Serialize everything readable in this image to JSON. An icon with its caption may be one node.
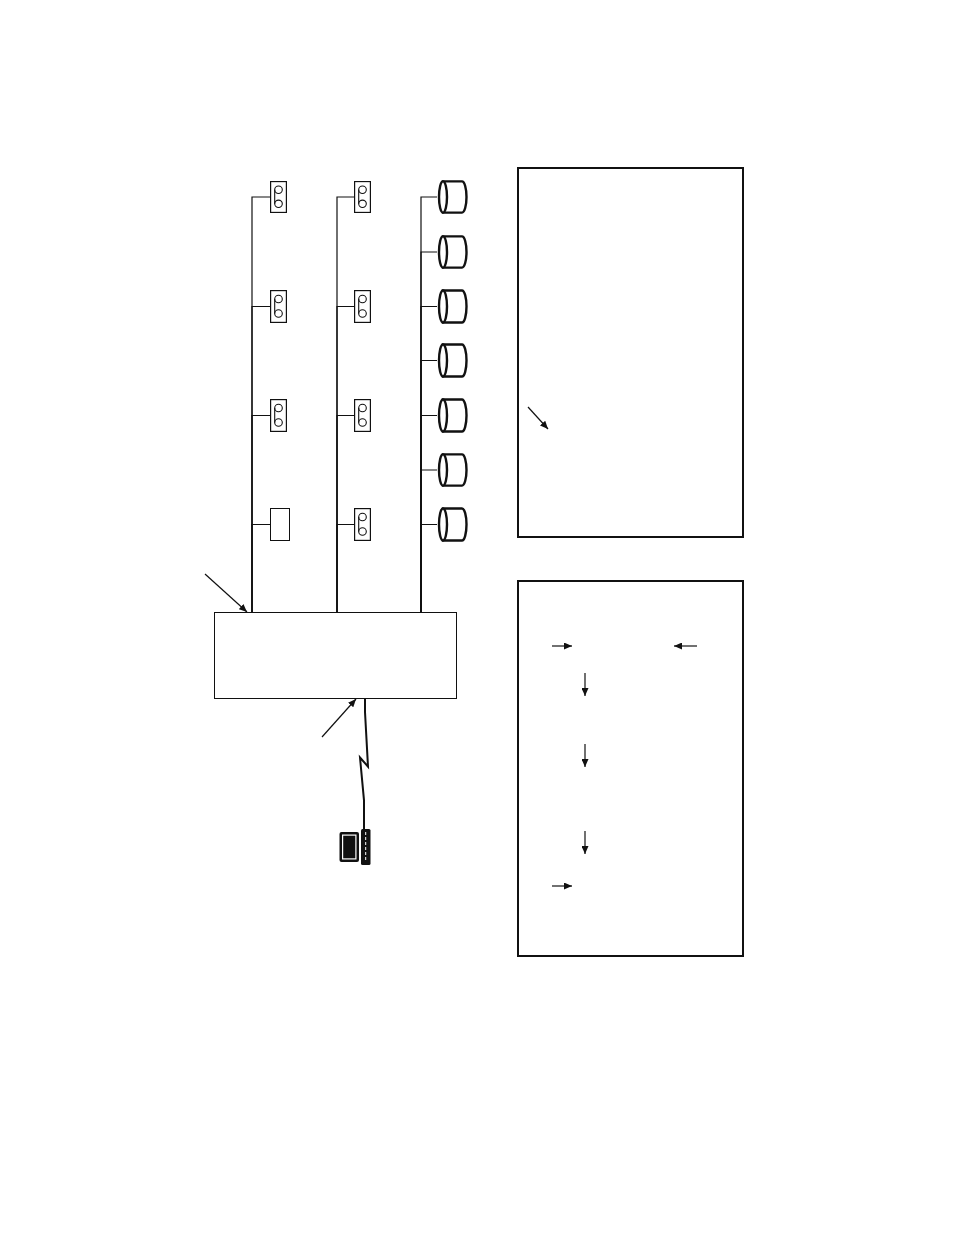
{
  "diagram": {
    "nodes": [
      {
        "text": [],
        "shape": "box"
      },
      {
        "text": [],
        "shape": "picture"
      },
      {
        "text": [],
        "shape": "picture"
      },
      {
        "text": [],
        "shape": "picture"
      },
      {
        "text": [],
        "shape": "box"
      },
      {
        "text": [],
        "shape": "picture"
      },
      {
        "text": [],
        "shape": "picture"
      },
      {
        "text": [],
        "shape": "picture"
      },
      {
        "text": [],
        "shape": "picture"
      },
      {
        "text": [],
        "shape": "cylinder"
      },
      {
        "text": [],
        "shape": "cylinder"
      },
      {
        "text": [],
        "shape": "cylinder"
      },
      {
        "text": [],
        "shape": "cylinder"
      },
      {
        "text": [],
        "shape": "cylinder"
      },
      {
        "text": [],
        "shape": "cylinder"
      },
      {
        "text": [],
        "shape": "cylinder"
      },
      {
        "text": [],
        "shape": "picture"
      },
      {
        "text": [],
        "shape": "box"
      },
      {
        "text": [],
        "shape": "box"
      }
    ],
    "edges": [
      {
        "from": 0,
        "to": 1,
        "arrow": "none"
      },
      {
        "from": 0,
        "to": 2,
        "arrow": "none"
      },
      {
        "from": 0,
        "to": 3,
        "arrow": "none"
      },
      {
        "from": 0,
        "to": 4,
        "arrow": "none"
      },
      {
        "from": 0,
        "to": 5,
        "arrow": "none"
      },
      {
        "from": 0,
        "to": 6,
        "arrow": "none"
      },
      {
        "from": 0,
        "to": 7,
        "arrow": "none"
      },
      {
        "from": 0,
        "to": 8,
        "arrow": "none"
      },
      {
        "from": 0,
        "to": 9,
        "arrow": "none"
      },
      {
        "from": 0,
        "to": 10,
        "arrow": "none"
      },
      {
        "from": 0,
        "to": 11,
        "arrow": "none"
      },
      {
        "from": 0,
        "to": 12,
        "arrow": "none"
      },
      {
        "from": 0,
        "to": 13,
        "arrow": "none"
      },
      {
        "from": 0,
        "to": 14,
        "arrow": "none"
      },
      {
        "from": 0,
        "to": 15,
        "arrow": "none"
      },
      {
        "from": 0,
        "to": 16,
        "arrow": "none"
      },
      {
        "from": null,
        "to": 0,
        "arrow": "to"
      },
      {
        "from": null,
        "to": 0,
        "arrow": "to"
      }
    ]
  }
}
